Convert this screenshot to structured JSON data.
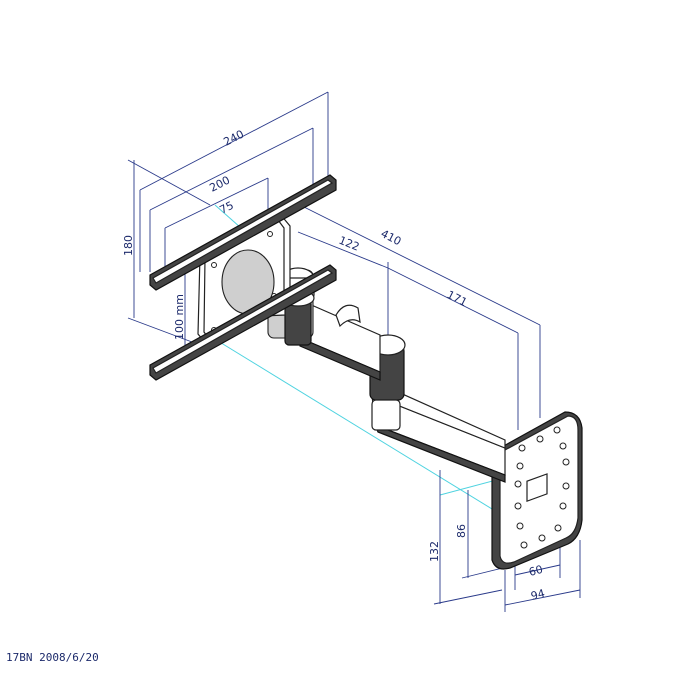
{
  "dimensions": {
    "d240": "240",
    "d200": "200",
    "d75": "75",
    "d180": "180",
    "d100mm": "100 mm",
    "d410": "410",
    "d122": "122",
    "d171": "171",
    "d86": "86",
    "d132": "132",
    "d60": "60",
    "d94": "94"
  },
  "footer": {
    "code": "17BN 2008/6/20"
  },
  "colors": {
    "dimension_line": "#2a3a8a",
    "centerline": "#4fd3e0",
    "outline": "#222222"
  }
}
